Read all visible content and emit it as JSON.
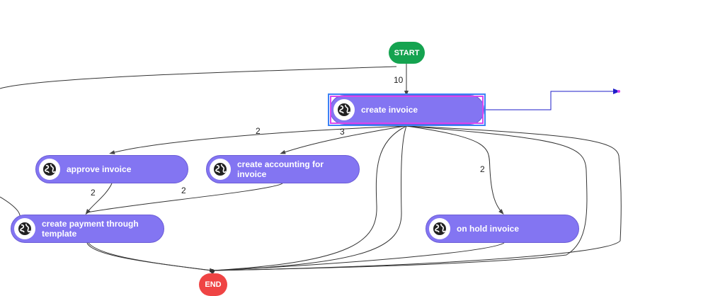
{
  "nodes": {
    "start": {
      "label": "START",
      "color": "#15a350"
    },
    "end": {
      "label": "END",
      "color": "#ef4444"
    },
    "create_invoice": {
      "label": "create invoice",
      "icon": "globe-icon",
      "selected": true
    },
    "approve_invoice": {
      "label": "approve invoice",
      "icon": "globe-icon"
    },
    "create_accounting": {
      "label": "create accounting for invoice",
      "icon": "globe-icon"
    },
    "create_payment": {
      "label": "create payment through template",
      "icon": "globe-icon"
    },
    "on_hold": {
      "label": "on hold invoice",
      "icon": "globe-icon"
    }
  },
  "edge_labels": {
    "start_to_create": "10",
    "create_to_approve": "2",
    "create_to_accounting": "3",
    "create_to_onhold": "2",
    "approve_to_payment": "2",
    "accounting_to_payment": "2"
  },
  "colors": {
    "task_fill": "#8375f2",
    "selection_outer": "#3b82f6",
    "selection_inner": "#d946ef",
    "connector": "#1e1ec8"
  }
}
